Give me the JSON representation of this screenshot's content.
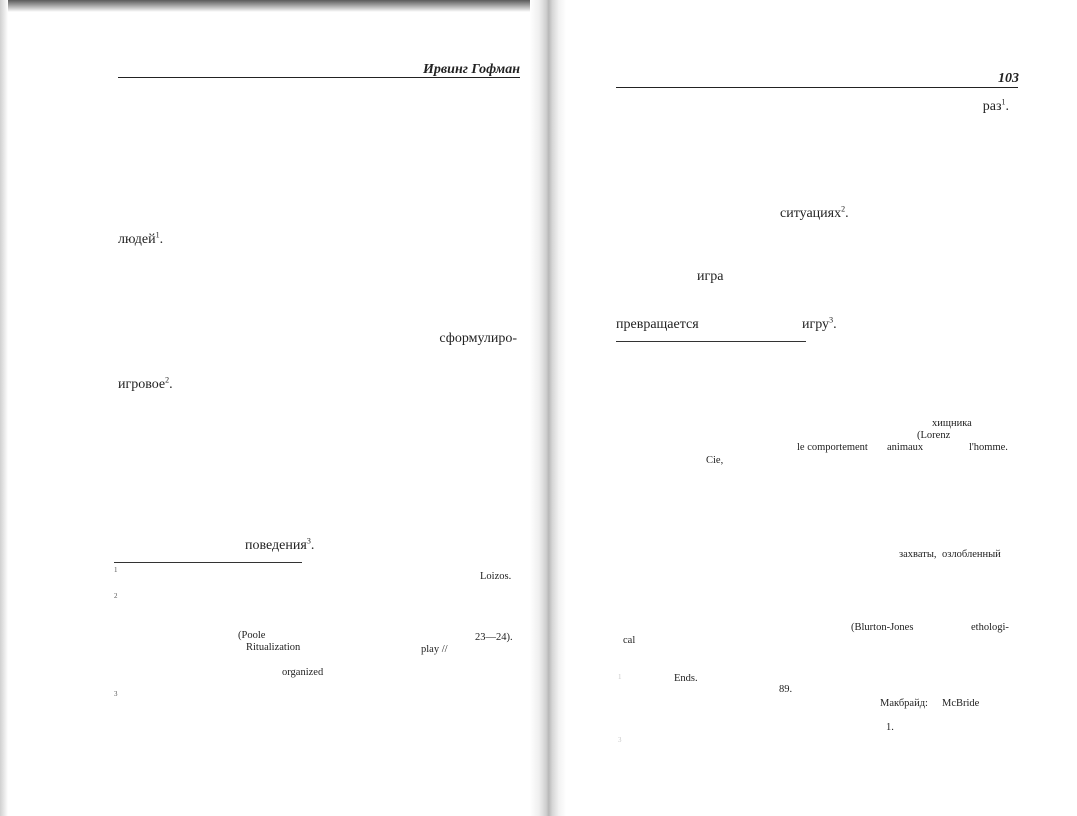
{
  "left_page": {
    "header": "Ирвинг Гофман",
    "words": {
      "lyudey": "людей",
      "sformuliro": "сформулиро-",
      "igrovoe": "игровое",
      "povedeniya": "поведения"
    },
    "sup": {
      "s1": "1",
      "s2": "2",
      "s3": "3"
    },
    "footnotes": {
      "mark1": "1",
      "mark2": "2",
      "mark3": "3",
      "loizos": "Loizos.",
      "poole": "(Poole",
      "ritualization": "Ritualization",
      "play": "play //",
      "pages": "23—24).",
      "organized": "organized"
    }
  },
  "right_page": {
    "page_number": "103",
    "words": {
      "raz": "раз",
      "situatsiyakh": "ситуациях",
      "igra": "игра",
      "prevrashchaetsya": "превращается",
      "igru": "игру"
    },
    "sup": {
      "s1": "1",
      "s2": "2",
      "s3": "3"
    },
    "footnotes": {
      "khishchnika": "хищника",
      "lorenz": "(Lorenz",
      "le_comportement": "le comportement",
      "animaux": "animaux",
      "lhomme": "l'homme.",
      "cie": "Cie,",
      "zakhvaty": "захваты,",
      "ozloblennyy": "озлобленный",
      "blurton": "(Blurton-Jones",
      "ethologi": "ethologi-",
      "cal": "cal",
      "ends": "Ends.",
      "p89": "89.",
      "makbrayd": "Макбрайд:",
      "mcbride": "McBride",
      "one": "1.",
      "mark1": "1",
      "mark3": "3"
    }
  }
}
